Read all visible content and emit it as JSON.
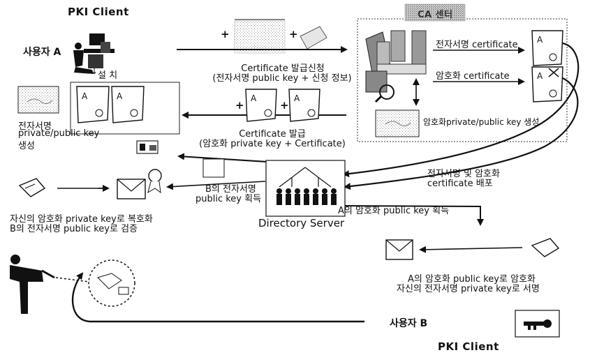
{
  "title_top": "PKI Client",
  "title_bottom": "PKI Client",
  "ca_box_label": "CA 센터",
  "user_a": "사용자 A",
  "user_b": "사용자 B",
  "install": "설 치",
  "keygen_a_line1": "전자서명",
  "keygen_a_line2": "private/public key",
  "keygen_a_line3": "생성",
  "cert_request_line1": "Certificate 발급신청",
  "cert_request_line2": "(전자서명 public key + 신청 정보)",
  "sign_cert": "전자서명 certificate",
  "enc_cert": "암호화 certificate",
  "enc_keygen": "암호화private/public key 생성",
  "cert_issue_line1": "Certificate 발급",
  "cert_issue_line2": "(암호화 private key + Certificate)",
  "distribute_line1": "전자서명 및 암호화",
  "distribute_line2": "certificate 배포",
  "b_key_line1": "B의 전자서명",
  "b_key_line2": "public key 획득",
  "directory_server": "Directory Server",
  "a_key": "A의 암호화 public key 획득",
  "decrypt_line1": "자신의 암호화 private key로 복호화",
  "decrypt_line2": "B의 전자서명 public key로 검증",
  "encrypt_line1": "A의 암호화 public key로 암호화",
  "encrypt_line2": "자신의 전자서명 private key로 서명",
  "plus": "+",
  "cert_letter": "A"
}
